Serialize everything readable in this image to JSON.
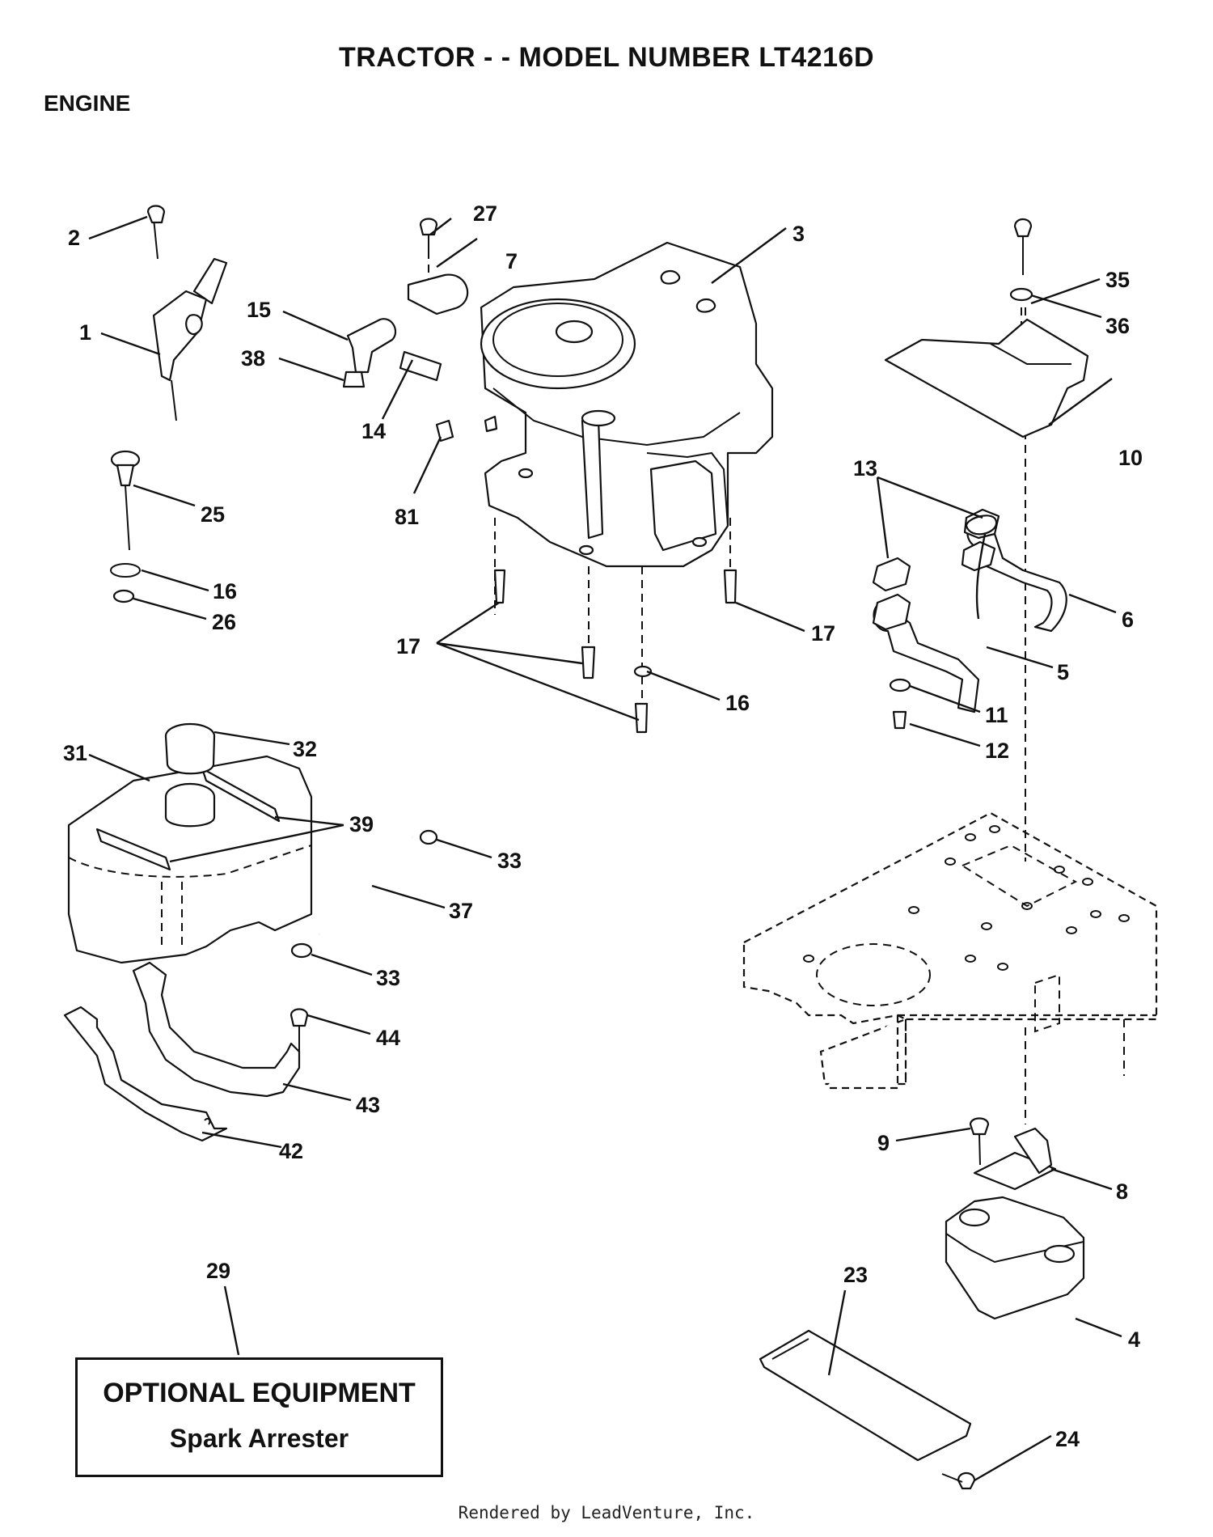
{
  "header": {
    "title": "TRACTOR - - MODEL NUMBER LT4216D",
    "section": "ENGINE"
  },
  "optional_equipment": {
    "title": "OPTIONAL EQUIPMENT",
    "item": "Spark Arrester"
  },
  "footer": {
    "text": "Rendered by LeadVenture, Inc."
  },
  "callouts": {
    "c1": "1",
    "c2": "2",
    "c3": "3",
    "c4": "4",
    "c5": "5",
    "c6": "6",
    "c7": "7",
    "c8": "8",
    "c9": "9",
    "c10": "10",
    "c11": "11",
    "c12": "12",
    "c13": "13",
    "c14": "14",
    "c15": "15",
    "c16a": "16",
    "c16b": "16",
    "c17a": "17",
    "c17b": "17",
    "c23": "23",
    "c24": "24",
    "c25": "25",
    "c26": "26",
    "c27": "27",
    "c29": "29",
    "c31": "31",
    "c32": "32",
    "c33a": "33",
    "c33b": "33",
    "c35": "35",
    "c36": "36",
    "c37": "37",
    "c38": "38",
    "c39": "39",
    "c42": "42",
    "c43": "43",
    "c44": "44",
    "c81": "81"
  }
}
